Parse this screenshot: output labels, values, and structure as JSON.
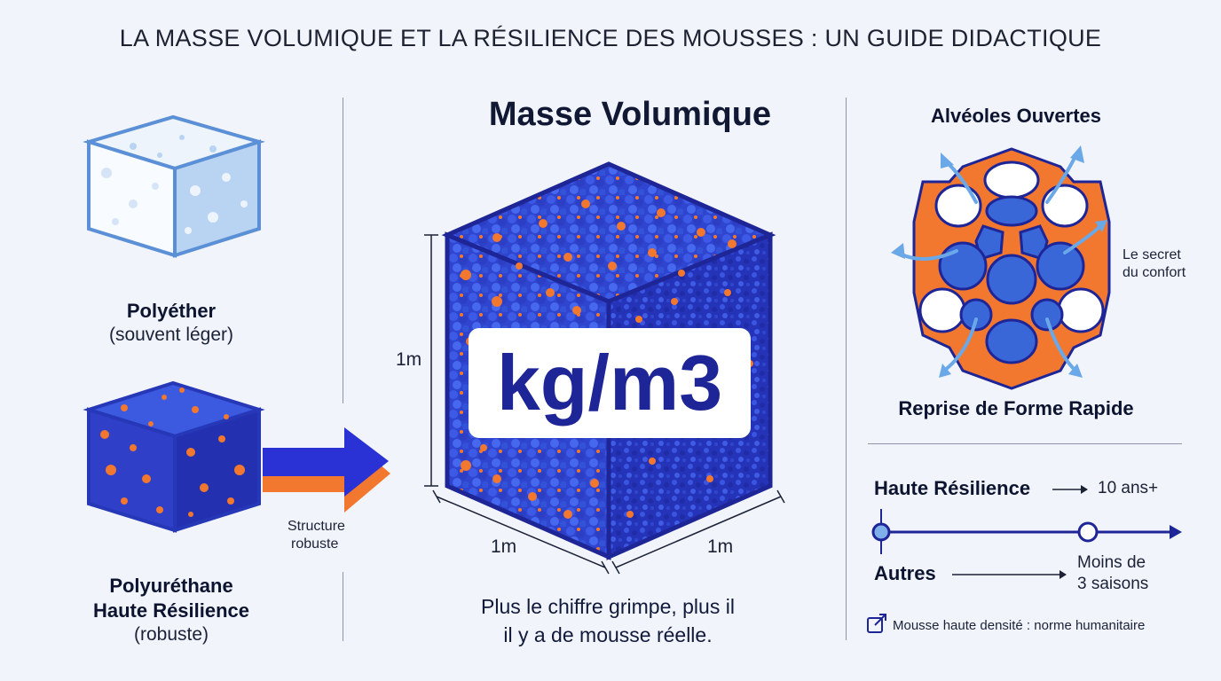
{
  "title": "LA MASSE VOLUMIQUE ET LA RÉSILIENCE DES MOUSSES : UN GUIDE DIDACTIQUE",
  "left": {
    "polyether_name": "Polyéther",
    "polyether_note": "(souvent léger)",
    "pu_name_line1": "Polyuréthane",
    "pu_name_line2": "Haute Résilience",
    "pu_note": "(robuste)",
    "arrow_line1": "Structure",
    "arrow_line2": "robuste"
  },
  "center": {
    "heading": "Masse Volumique",
    "unit": "kg/m3",
    "dim_height": "1m",
    "dim_front": "1m",
    "dim_side": "1m",
    "caption_line1": "Plus le chiffre grimpe, plus il",
    "caption_line2": "il y a de mousse réelle."
  },
  "right": {
    "cells_title": "Alvéoles Ouvertes",
    "secret_line1": "Le secret",
    "secret_line2": "du confort",
    "reprise": "Reprise de Forme Rapide",
    "hr_label": "Haute Résilience",
    "hr_value": "10 ans+",
    "other_label": "Autres",
    "other_value_line1": "Moins de",
    "other_value_line2": "3 saisons",
    "footnote": "Mousse haute densité : norme humanitaire"
  },
  "colors": {
    "navy": "#1e2596",
    "blue": "#3a5ae0",
    "orange": "#f2772f",
    "light_blue": "#dbe8f8"
  }
}
